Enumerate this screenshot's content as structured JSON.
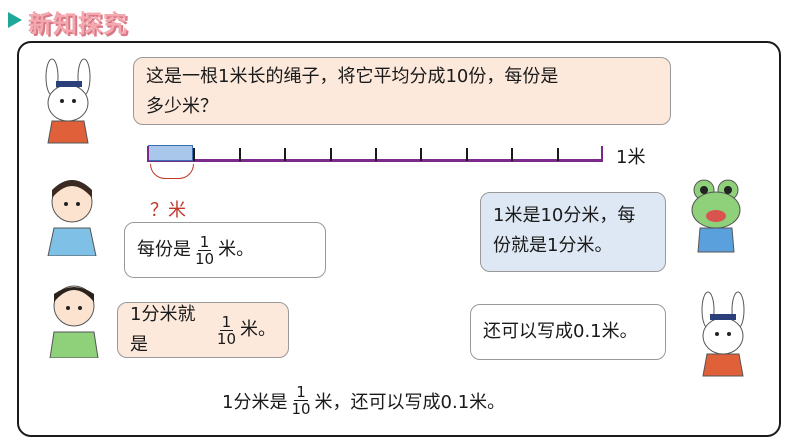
{
  "header": {
    "title": "新知探究"
  },
  "rabbit_top": {
    "text_line1": "这是一根1米长的绳子，将它平均分成10份，每份是",
    "text_line2": "多少米？"
  },
  "ruler": {
    "segments": 10,
    "label": "1米",
    "question": "？米"
  },
  "girl": {
    "prefix": "每份是",
    "frac_num": "1",
    "frac_den": "10",
    "suffix": "米。"
  },
  "boy": {
    "prefix": "1分米就是",
    "frac_num": "1",
    "frac_den": "10",
    "suffix": "米。"
  },
  "frog": {
    "line1": "1米是10分米，每",
    "line2": "份就是1分米。"
  },
  "rabbit_bottom": {
    "text": "还可以写成0.1米。"
  },
  "summary": {
    "prefix": "1分米是",
    "frac_num": "1",
    "frac_den": "10",
    "suffix": "米，还可以写成0.1米。"
  },
  "colors": {
    "accent": "#1fa79a",
    "title": "#f3a7ae",
    "ruler": "#7b2a8c",
    "question": "#c0392b"
  }
}
